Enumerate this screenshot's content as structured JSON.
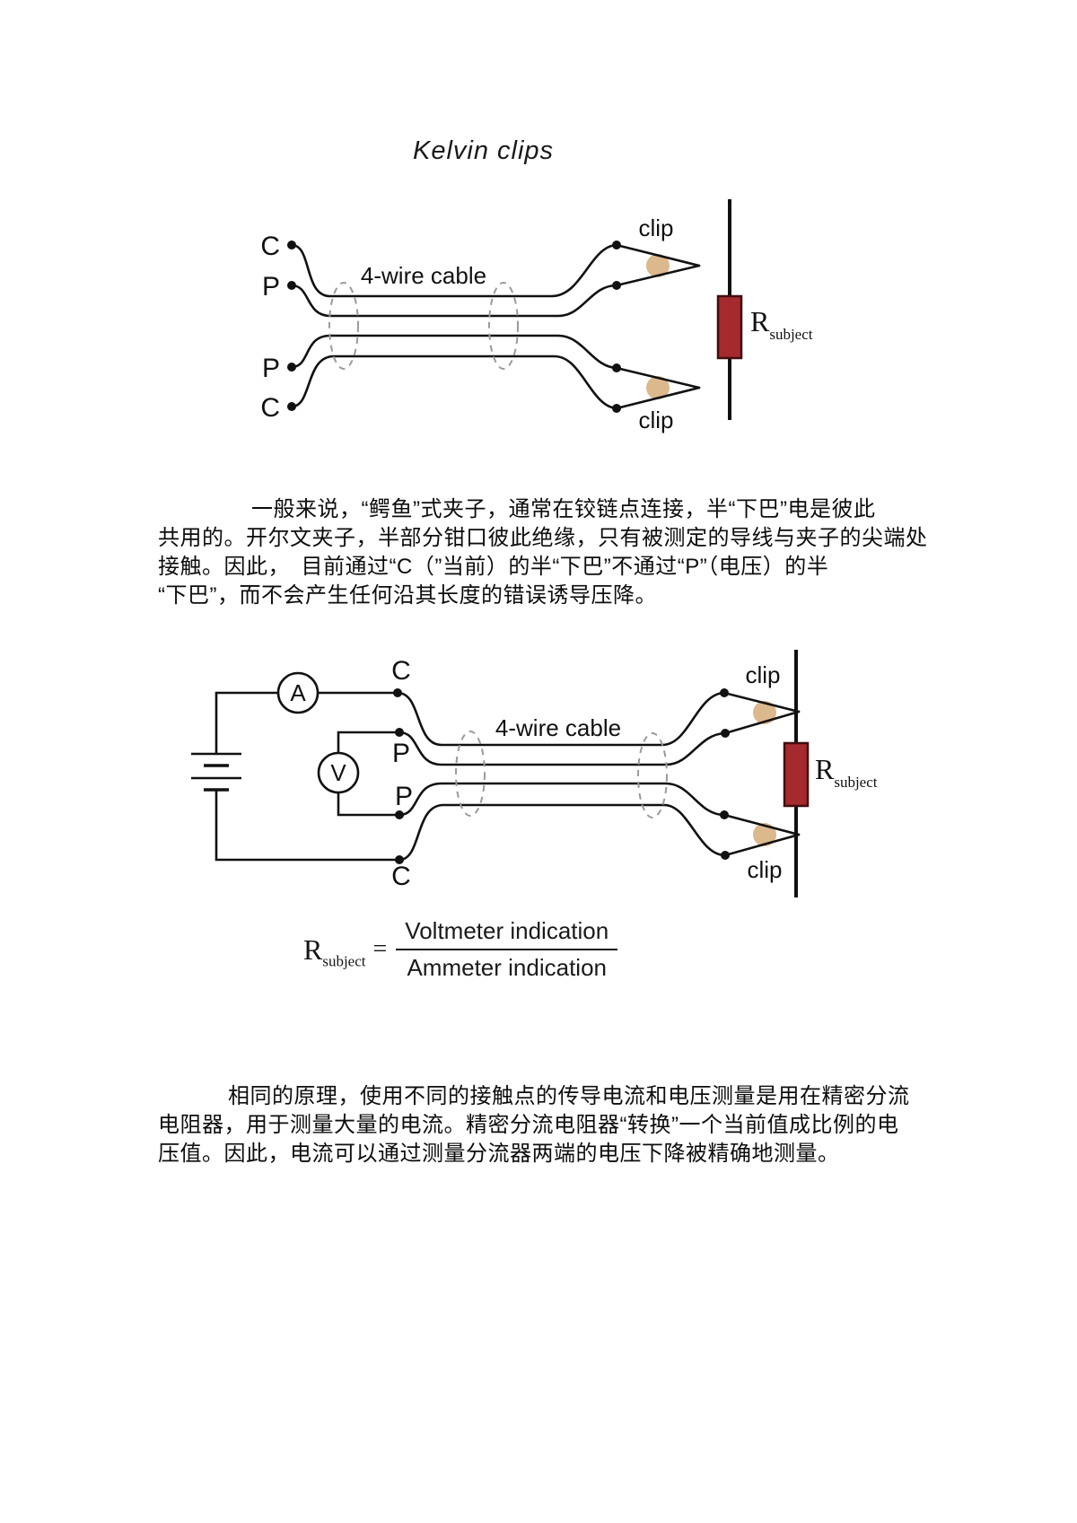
{
  "title": "Kelvin clips",
  "diagram1": {
    "terminals": [
      "C",
      "P",
      "P",
      "C"
    ],
    "cable_label": "4-wire cable",
    "clip_top_label": "clip",
    "clip_bottom_label": "clip",
    "resistor": {
      "r": "R",
      "sub": "subject"
    }
  },
  "paragraph1": {
    "lines": [
      "一般来说，“鳄鱼”式夹子，通常在铰链点连接，半“下巴”电是彼此",
      "共用的。开尔文夹子，半部分钳口彼此绝缘，只有被测定的导线与夹子的尖端处",
      "接触。因此，　目前通过“C（”当前）的半“下巴”不通过“P”（电压）的半",
      "“下巴”，而不会产生任何沿其长度的错误诱导压降。"
    ]
  },
  "diagram2": {
    "ammeter_label": "A",
    "voltmeter_label": "V",
    "terminals": [
      "C",
      "P",
      "P",
      "C"
    ],
    "cable_label": "4-wire cable",
    "clip_top_label": "clip",
    "clip_bottom_label": "clip",
    "resistor": {
      "r": "R",
      "sub": "subject"
    }
  },
  "formula": {
    "r": "R",
    "sub": "subject",
    "equals": "=",
    "numerator": "Voltmeter indication",
    "denominator": "Ammeter indication"
  },
  "paragraph2": {
    "lines": [
      "相同的原理，使用不同的接触点的传导电流和电压测量是用在精密分流",
      "电阻器，用于测量大量的电流。精密分流电阻器“转换”一个当前值成比例的电",
      "压值。因此，电流可以通过测量分流器两端的电压下降被精确地测量。"
    ]
  },
  "colors": {
    "resistor_fill": "#a52a2e",
    "clip_screw": "#dcb88d",
    "wire": "#111111",
    "dashed_shield": "#9a9a9a"
  }
}
